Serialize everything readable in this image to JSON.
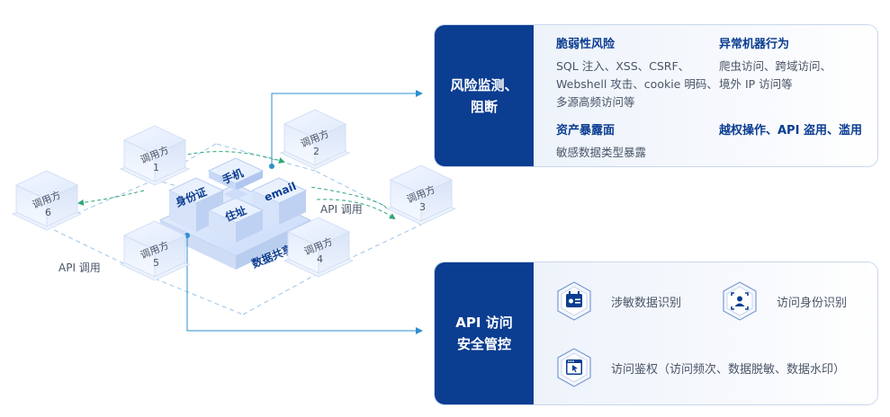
{
  "diagram": {
    "platform_label": "数据共享平台",
    "center_tiles": [
      "手机",
      "身份证",
      "email",
      "住址"
    ],
    "nodes": [
      {
        "label": "调用方",
        "num": "1"
      },
      {
        "label": "调用方",
        "num": "2"
      },
      {
        "label": "调用方",
        "num": "3"
      },
      {
        "label": "调用方",
        "num": "4"
      },
      {
        "label": "调用方",
        "num": "5"
      },
      {
        "label": "调用方",
        "num": "6"
      }
    ],
    "api_call_labels": [
      "API 调用",
      "API 调用"
    ],
    "colors": {
      "line": "#2f8fd0",
      "dash": "#2fa67a",
      "tile": "#dde8fb",
      "tile_dark": "#b9cdef"
    }
  },
  "risk_panel": {
    "title_lines": [
      "风险监测、",
      "阻断"
    ],
    "columns": [
      {
        "title": "脆弱性风险",
        "lines": [
          "SQL 注入、XSS、CSRF、",
          "Webshell 攻击、cookie 明码、",
          "多源高频访问等"
        ],
        "title2": "资产暴露面",
        "lines2": [
          "敏感数据类型暴露"
        ]
      },
      {
        "title": "异常机器行为",
        "lines": [
          "爬虫访问、跨域访问、",
          "境外 IP 访问等"
        ],
        "title2": "越权操作、API 盗用、滥用"
      }
    ]
  },
  "api_panel": {
    "title_lines": [
      "API 访问",
      "安全管控"
    ],
    "items": [
      {
        "icon": "calendar-id-icon",
        "label": "涉敏数据识别"
      },
      {
        "icon": "user-scan-icon",
        "label": "访问身份识别"
      },
      {
        "icon": "browser-cursor-icon",
        "label": "访问鉴权（访问频次、数据脱敏、数据水印）"
      }
    ]
  },
  "accent_colors": {
    "navy": "#0b3d91",
    "border": "#c9d7ec"
  }
}
